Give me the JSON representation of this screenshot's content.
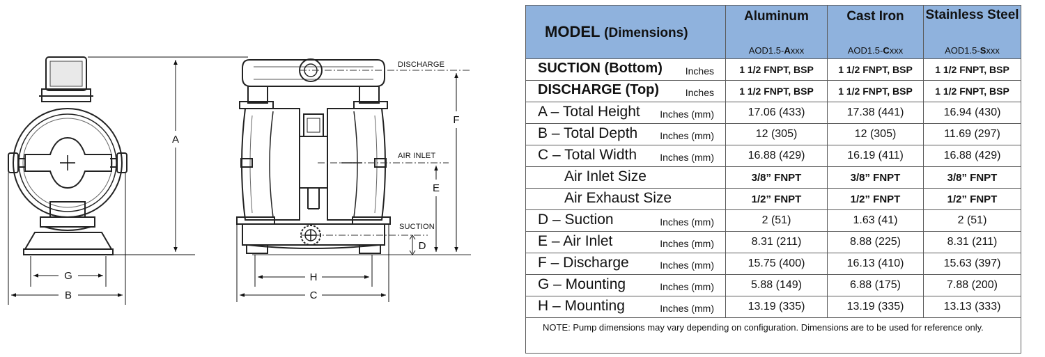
{
  "drawing": {
    "dims": {
      "a": "A",
      "b": "B",
      "c": "C",
      "d": "D",
      "e": "E",
      "f": "F",
      "g": "G",
      "h": "H"
    },
    "callouts": {
      "discharge": "DISCHARGE",
      "air_inlet": "AIR INLET",
      "suction": "SUCTION"
    }
  },
  "table": {
    "model_title": "MODEL",
    "model_sub": "(Dimensions)",
    "columns": [
      {
        "name": "Aluminum",
        "code_prefix": "AOD1.5-",
        "code_letter": "A",
        "code_suffix": "xxx"
      },
      {
        "name": "Cast Iron",
        "code_prefix": "AOD1.5-",
        "code_letter": "C",
        "code_suffix": "xxx"
      },
      {
        "name": "Stainless Steel",
        "code_prefix": "AOD1.5-",
        "code_letter": "S",
        "code_suffix": "xxx"
      }
    ],
    "rows": [
      {
        "label": "SUCTION (Bottom)",
        "unit": "Inches",
        "values": [
          "1 1/2 FNPT, BSP",
          "1 1/2 FNPT, BSP",
          "1 1/2 FNPT, BSP"
        ]
      },
      {
        "label": "DISCHARGE (Top)",
        "unit": "Inches",
        "values": [
          "1 1/2 FNPT, BSP",
          "1 1/2 FNPT, BSP",
          "1 1/2 FNPT, BSP"
        ]
      },
      {
        "label": "A – Total Height",
        "unit": "Inches (mm)",
        "values": [
          "17.06 (433)",
          "17.38 (441)",
          "16.94 (430)"
        ]
      },
      {
        "label": "B – Total Depth",
        "unit": "Inches (mm)",
        "values": [
          "12 (305)",
          "12 (305)",
          "11.69 (297)"
        ]
      },
      {
        "label": "C – Total Width",
        "unit": "Inches (mm)",
        "values": [
          "16.88 (429)",
          "16.19 (411)",
          "16.88 (429)"
        ]
      },
      {
        "label": "Air Inlet Size",
        "unit": "",
        "values": [
          "3/8” FNPT",
          "3/8” FNPT",
          "3/8” FNPT"
        ]
      },
      {
        "label": "Air Exhaust Size",
        "unit": "",
        "values": [
          "1/2” FNPT",
          "1/2” FNPT",
          "1/2” FNPT"
        ]
      },
      {
        "label": "D – Suction",
        "unit": "Inches (mm)",
        "values": [
          "2 (51)",
          "1.63 (41)",
          "2 (51)"
        ]
      },
      {
        "label": "E – Air Inlet",
        "unit": "Inches (mm)",
        "values": [
          "8.31 (211)",
          "8.88 (225)",
          "8.31 (211)"
        ]
      },
      {
        "label": "F – Discharge",
        "unit": "Inches (mm)",
        "values": [
          "15.75 (400)",
          "16.13 (410)",
          "15.63 (397)"
        ]
      },
      {
        "label": "G – Mounting",
        "unit": "Inches (mm)",
        "values": [
          "5.88 (149)",
          "6.88 (175)",
          "7.88 (200)"
        ]
      },
      {
        "label": "H – Mounting",
        "unit": "Inches (mm)",
        "values": [
          "13.19 (335)",
          "13.19 (335)",
          "13.13 (333)"
        ]
      }
    ],
    "note": "NOTE: Pump dimensions may vary depending on configuration.  Dimensions are to be used for reference only."
  }
}
